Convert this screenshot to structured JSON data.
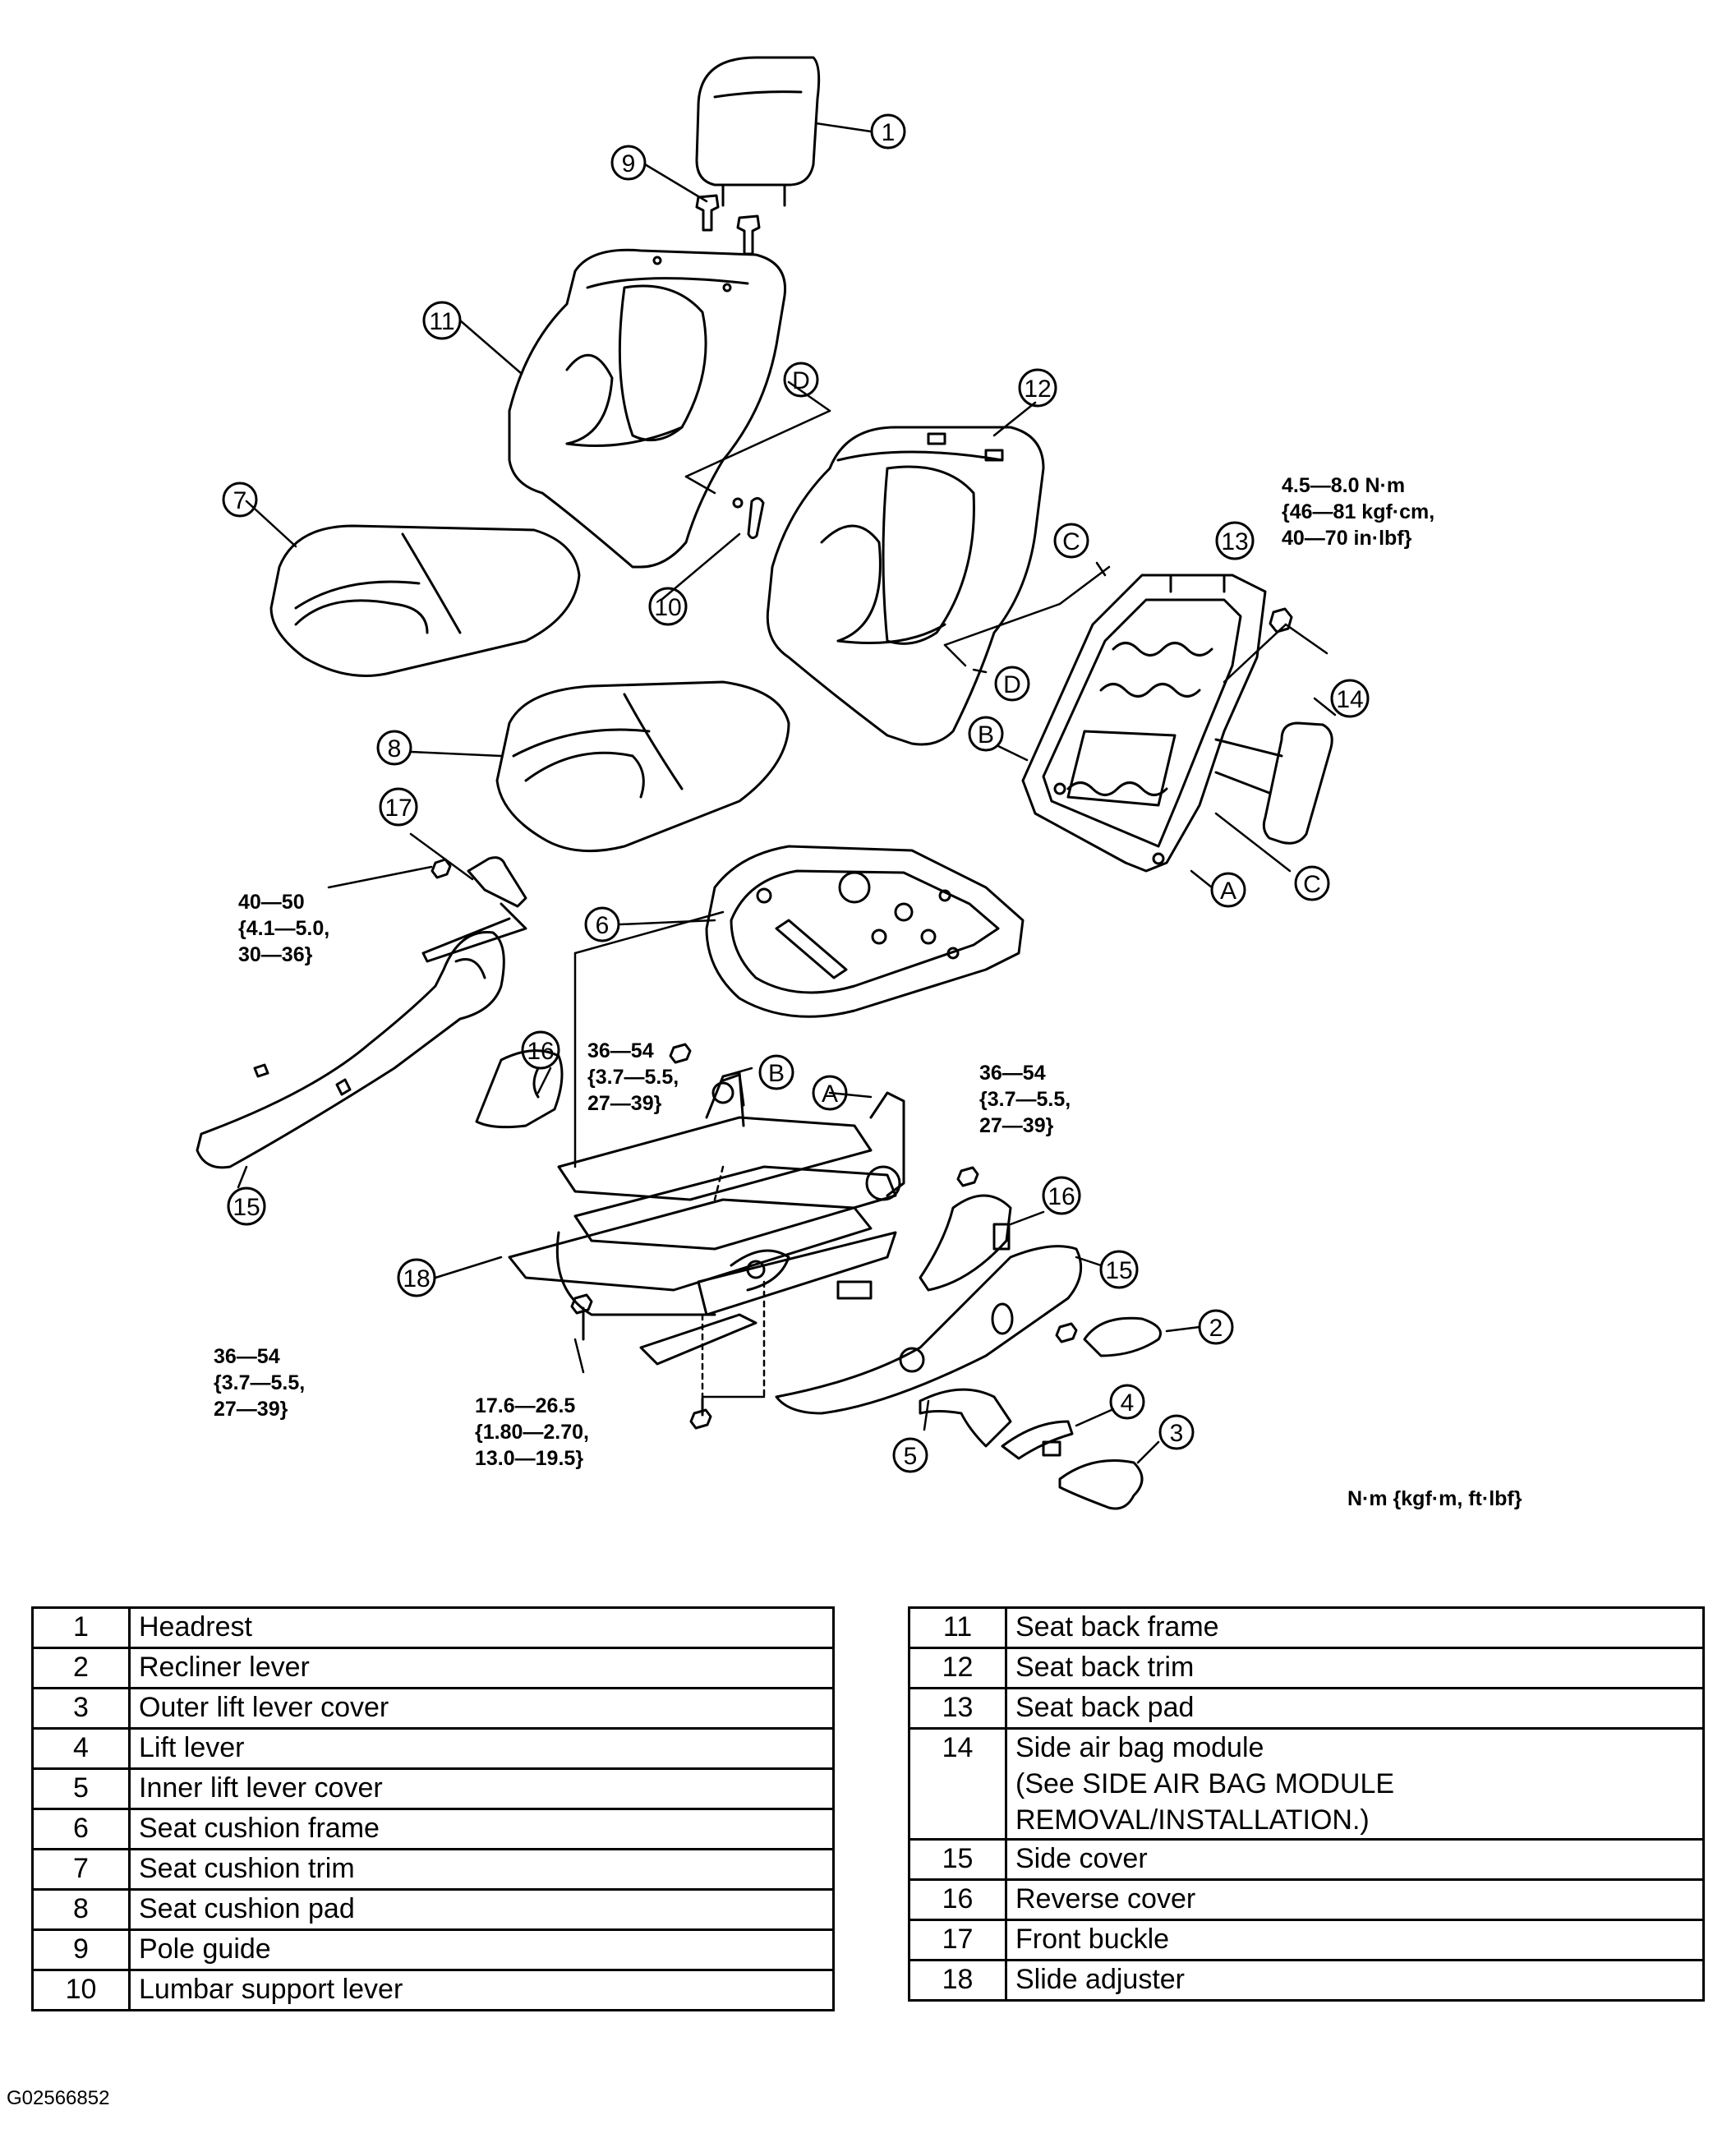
{
  "callouts": [
    "1",
    "2",
    "3",
    "4",
    "5",
    "6",
    "7",
    "8",
    "9",
    "10",
    "11",
    "12",
    "13",
    "14",
    "15",
    "16",
    "17",
    "18"
  ],
  "letters": [
    "A",
    "B",
    "C",
    "D"
  ],
  "torque_specs": {
    "seatback_nut": "4.5—8.0 N·m\n{46—81 kgf·cm,\n40—70 in·lbf}",
    "buckle_bolt": "40—50\n{4.1—5.0,\n30—36}",
    "adjuster_left": "36—54\n{3.7—5.5,\n27—39}",
    "adjuster_right": "36—54\n{3.7—5.5,\n27—39}",
    "slide_front": "36—54\n{3.7—5.5,\n27—39}",
    "slide_bolt": "17.6—26.5\n{1.80—2.70,\n13.0—19.5}"
  },
  "units_note": "N·m {kgf·m, ft·lbf}",
  "parts_left": [
    {
      "num": "1",
      "name": "Headrest"
    },
    {
      "num": "2",
      "name": "Recliner lever"
    },
    {
      "num": "3",
      "name": "Outer lift lever cover"
    },
    {
      "num": "4",
      "name": "Lift lever"
    },
    {
      "num": "5",
      "name": "Inner lift lever cover"
    },
    {
      "num": "6",
      "name": "Seat cushion frame"
    },
    {
      "num": "7",
      "name": "Seat cushion trim"
    },
    {
      "num": "8",
      "name": "Seat cushion pad"
    },
    {
      "num": "9",
      "name": "Pole guide"
    },
    {
      "num": "10",
      "name": "Lumbar support lever"
    }
  ],
  "parts_right": [
    {
      "num": "11",
      "name": "Seat back frame"
    },
    {
      "num": "12",
      "name": "Seat back trim"
    },
    {
      "num": "13",
      "name": "Seat back pad"
    },
    {
      "num": "14",
      "name": "Side air bag module\n(See SIDE AIR BAG MODULE\nREMOVAL/INSTALLATION.)"
    },
    {
      "num": "15",
      "name": "Side cover"
    },
    {
      "num": "16",
      "name": "Reverse cover"
    },
    {
      "num": "17",
      "name": "Front buckle"
    },
    {
      "num": "18",
      "name": "Slide adjuster"
    }
  ],
  "figure_id": "G02566852"
}
